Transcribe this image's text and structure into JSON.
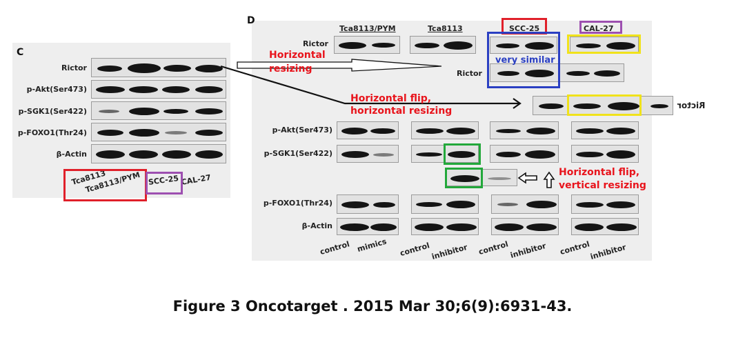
{
  "panel_c": {
    "letter": "C",
    "rows": [
      "Rictor",
      "p-Akt(Ser473)",
      "p-SGK1(Ser422)",
      "p-FOXO1(Thr24)",
      "β-Actin"
    ],
    "lanes": [
      "Tca8113",
      "Tca8113/PYM",
      "SCC-25",
      "CAL-27"
    ]
  },
  "panel_d": {
    "letter": "D",
    "cell_lines": [
      "Tca8113/PYM",
      "Tca8113",
      "SCC-25",
      "CAL-27"
    ],
    "rictor_label": "Rictor",
    "rictor_label_mirrored": "Rictor",
    "rows": [
      "p-Akt(Ser473)",
      "p-SGK1(Ser422)",
      "p-FOXO1(Thr24)",
      "β-Actin"
    ],
    "lanes": [
      "control",
      "mimics",
      "control",
      "inhibitor",
      "control",
      "inhibitor",
      "control",
      "inhibitor"
    ]
  },
  "annotations": {
    "horizontal_resizing": [
      "Horizontal",
      "resizing"
    ],
    "very_similar": "very similar",
    "flip_resizing": [
      "Horizontal flip,",
      "horizontal resizing"
    ],
    "flip_vertical": [
      "Horizontal flip,",
      "vertical resizing"
    ]
  },
  "caption": "Figure 3 Oncotarget . 2015 Mar 30;6(9):6931-43.",
  "colors": {
    "red": "#e0202a",
    "purple": "#9d4fb0",
    "blue": "#2a3fc2",
    "yellow": "#f0e21a",
    "green": "#22a83a",
    "annotation_text": "#e8141c"
  }
}
